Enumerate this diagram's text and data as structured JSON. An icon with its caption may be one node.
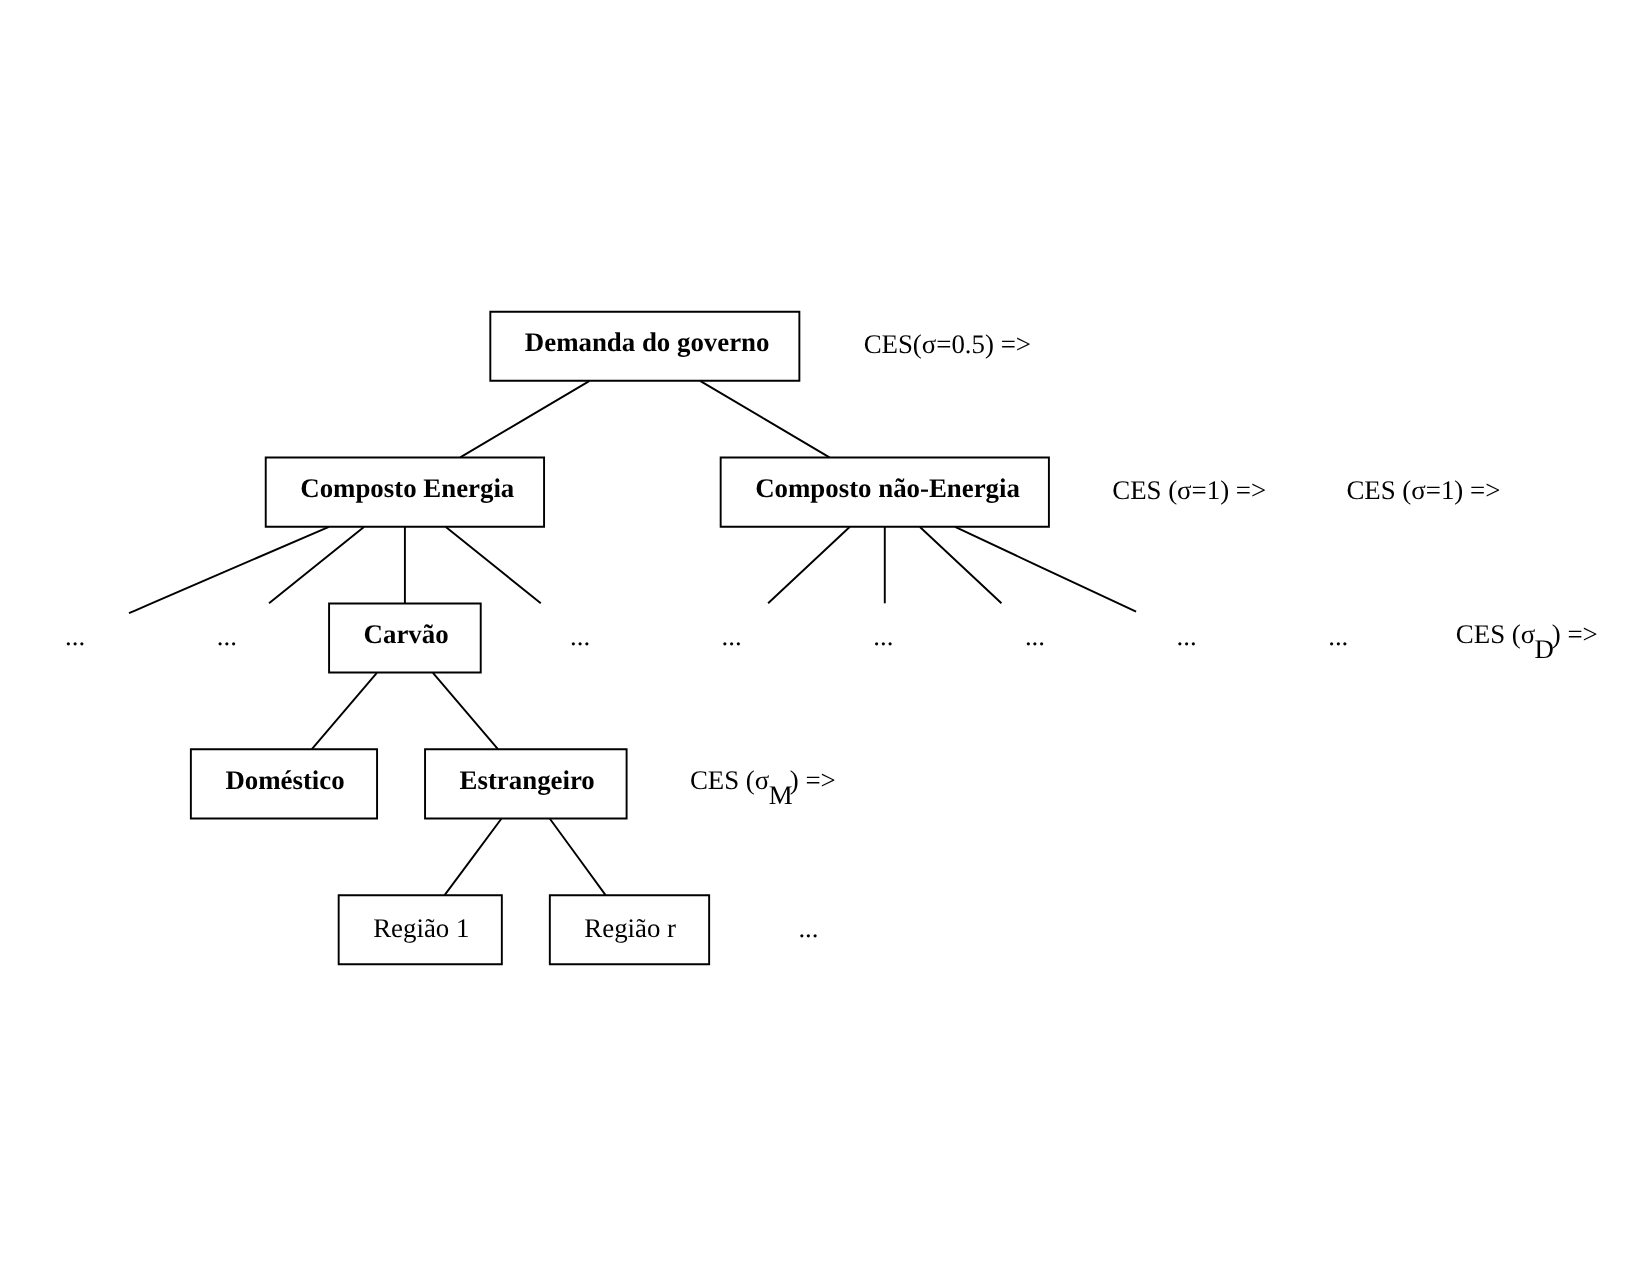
{
  "diagram": {
    "nodes": [
      {
        "text": [
          "Demanda do governo"
        ]
      },
      {
        "text": [
          "Composto Energia"
        ]
      },
      {
        "text": [
          "Composto não-Energia"
        ]
      },
      {
        "text": [
          "..."
        ]
      },
      {
        "text": [
          "..."
        ]
      },
      {
        "text": [
          "Carvão"
        ]
      },
      {
        "text": [
          "..."
        ]
      },
      {
        "text": [
          "..."
        ]
      },
      {
        "text": [
          "..."
        ]
      },
      {
        "text": [
          "..."
        ]
      },
      {
        "text": [
          "..."
        ]
      },
      {
        "text": [
          "Doméstico"
        ]
      },
      {
        "text": [
          "Estrangeiro"
        ]
      },
      {
        "text": [
          "Região 1"
        ]
      },
      {
        "text": [
          "Região r"
        ]
      }
    ],
    "edges": [
      {
        "from": 0,
        "to": 1,
        "arrow": "none"
      },
      {
        "from": 0,
        "to": 2,
        "arrow": "none"
      },
      {
        "from": 1,
        "to": 3,
        "arrow": "none"
      },
      {
        "from": 1,
        "to": 4,
        "arrow": "none"
      },
      {
        "from": 1,
        "to": 5,
        "arrow": "none"
      },
      {
        "from": 1,
        "to": 6,
        "arrow": "none"
      },
      {
        "from": 2,
        "to": 7,
        "arrow": "none"
      },
      {
        "from": 2,
        "to": 8,
        "arrow": "none"
      },
      {
        "from": 2,
        "to": 9,
        "arrow": "none"
      },
      {
        "from": 2,
        "to": 10,
        "arrow": "none"
      },
      {
        "from": 5,
        "to": 11,
        "arrow": "none"
      },
      {
        "from": 5,
        "to": 12,
        "arrow": "none"
      },
      {
        "from": 12,
        "to": 13,
        "arrow": "none"
      },
      {
        "from": 12,
        "to": 14,
        "arrow": "none"
      }
    ],
    "labels": [
      "CES(σ=0.5) =>",
      "CES (σ=1) =>",
      "CES (σ=1) =>",
      "...",
      "CES (σ$_{D}$) =>",
      "CES (σ$_{M}$) =>",
      "..."
    ]
  }
}
